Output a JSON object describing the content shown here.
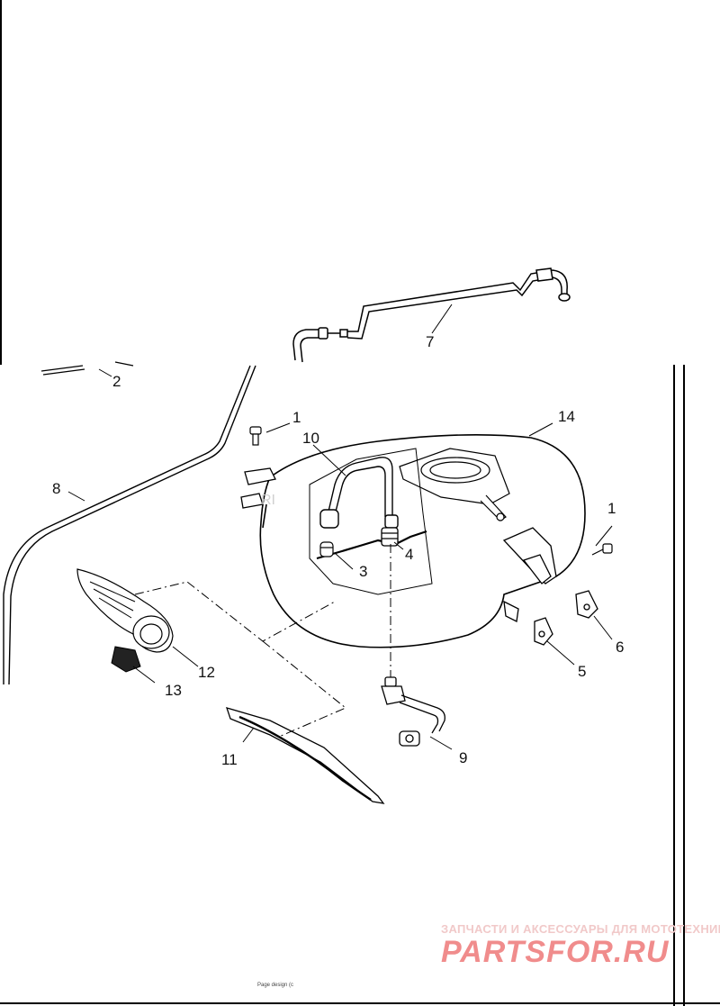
{
  "callouts": [
    {
      "id": "c1a",
      "text": "1"
    },
    {
      "id": "c1b",
      "text": "1"
    },
    {
      "id": "c2",
      "text": "2"
    },
    {
      "id": "c3",
      "text": "3"
    },
    {
      "id": "c4",
      "text": "4"
    },
    {
      "id": "c5",
      "text": "5"
    },
    {
      "id": "c6",
      "text": "6"
    },
    {
      "id": "c7",
      "text": "7"
    },
    {
      "id": "c8",
      "text": "8"
    },
    {
      "id": "c9",
      "text": "9"
    },
    {
      "id": "c10",
      "text": "10"
    },
    {
      "id": "c11",
      "text": "11"
    },
    {
      "id": "c12",
      "text": "12"
    },
    {
      "id": "c13",
      "text": "13"
    },
    {
      "id": "c14",
      "text": "14"
    }
  ],
  "ghost_label": "RI",
  "watermark": {
    "tagline": "ЗАПЧАСТИ И АКСЕССУАРЫ ДЛЯ МОТОТЕХНИКИ",
    "brand": "PARTSFOR.RU"
  },
  "footer": "Page design (c"
}
